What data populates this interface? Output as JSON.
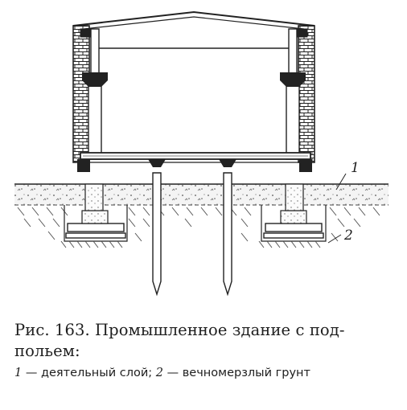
{
  "figure": {
    "callouts": [
      "1",
      "2"
    ]
  },
  "caption": {
    "title": "Рис. 163. Промышленное здание с под-\nпольем:",
    "legend": [
      {
        "num": "1",
        "text": " — деятельный слой; "
      },
      {
        "num": "2",
        "text": " — вечномерзлый грунт"
      }
    ]
  },
  "colors": {
    "ink": "#1e1e1e",
    "ground_hatch": "#555555",
    "background": "#ffffff"
  }
}
